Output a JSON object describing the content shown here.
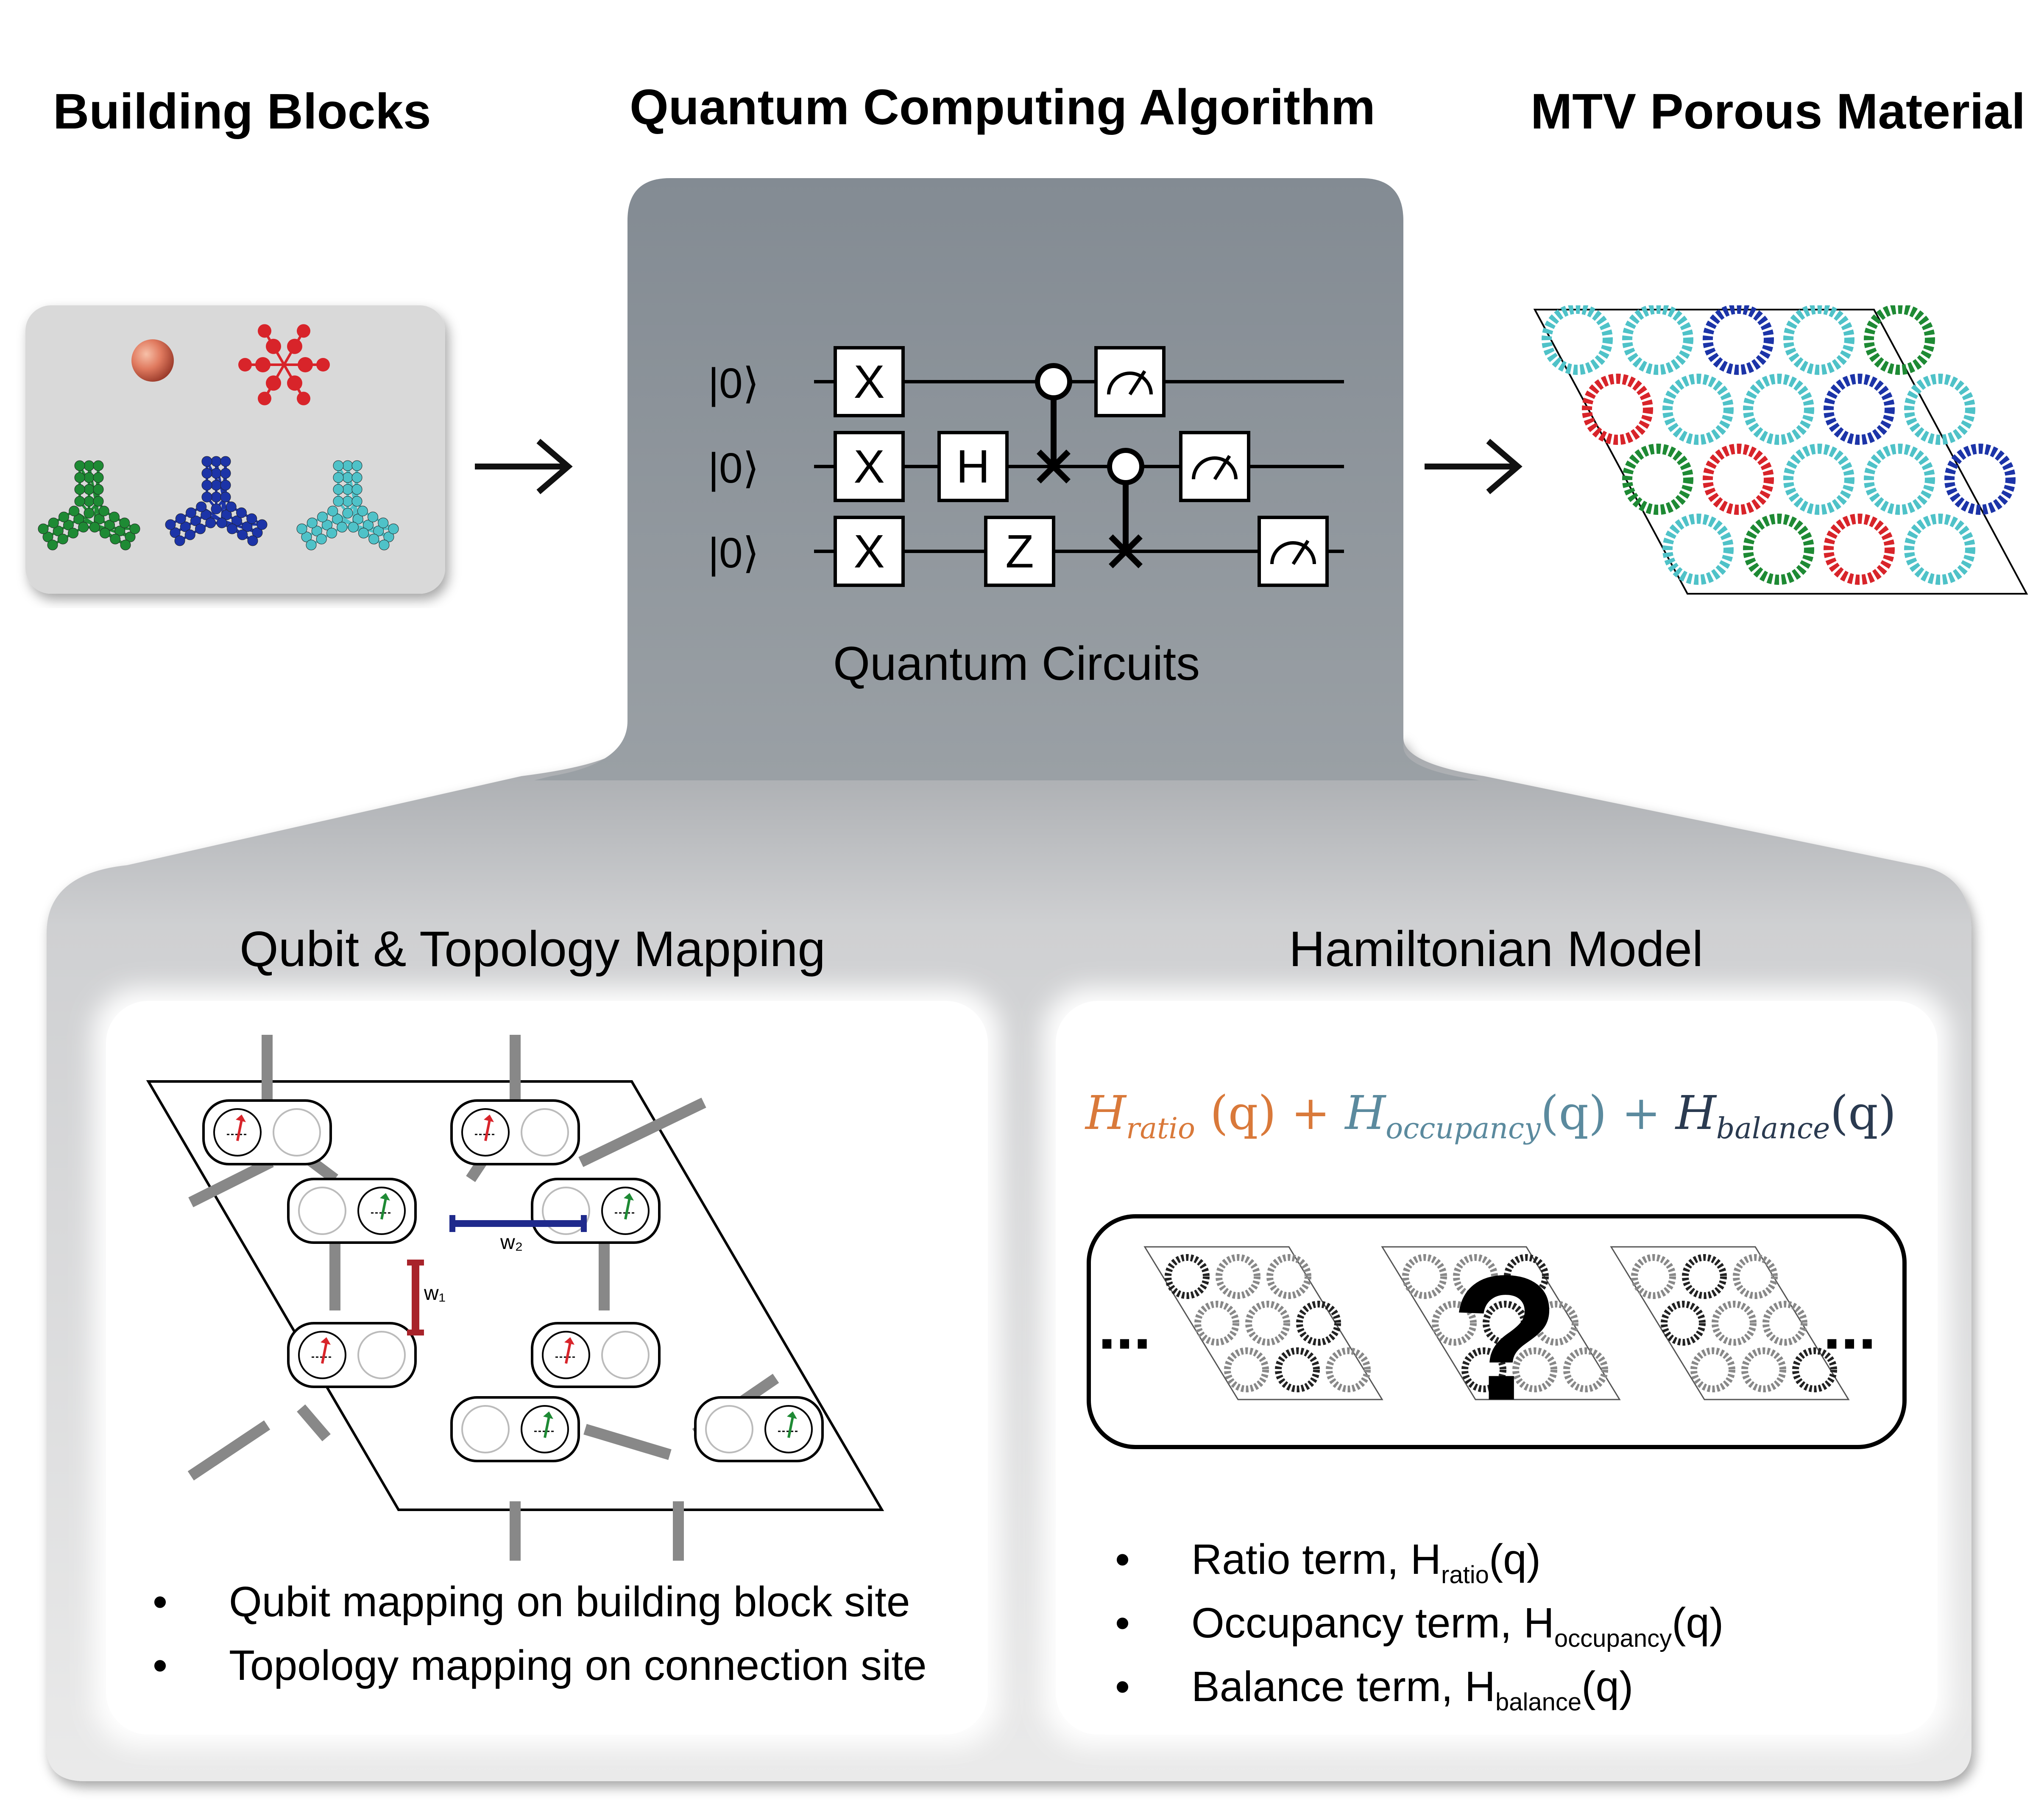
{
  "headings": {
    "building_blocks": "Building Blocks",
    "algorithm": "Quantum Computing Algorithm",
    "material": "MTV Porous Material"
  },
  "circuit": {
    "kets": [
      "|0⟩",
      "|0⟩",
      "|0⟩"
    ],
    "gates": [
      "X",
      "X",
      "X",
      "H",
      "Z"
    ],
    "label": "Quantum Circuits"
  },
  "mapping": {
    "title": "Qubit & Topology Mapping",
    "w1": "w₁",
    "w2": "w₂",
    "bullets": [
      "Qubit mapping on building block site",
      "Topology mapping on connection site"
    ]
  },
  "hamiltonian": {
    "title": "Hamiltonian Model",
    "formula": {
      "ratio": "H",
      "ratio_sub": "ratio",
      "ratio_arg": " (q)",
      "plus": " + ",
      "occ": "H",
      "occ_sub": "occupancy",
      "occ_arg": "(q)",
      "bal": "H",
      "bal_sub": "balance",
      "bal_arg": "(q)"
    },
    "dots": "...",
    "question": "?",
    "bullets": [
      {
        "text": "Ratio term, H",
        "sub": "ratio",
        "tail": "(q)"
      },
      {
        "text": "Occupancy term, H",
        "sub": "occupancy",
        "tail": "(q)"
      },
      {
        "text": "Balance term, H",
        "sub": "balance",
        "tail": "(q)"
      }
    ]
  },
  "colors": {
    "ratio": "#d9793a",
    "occupancy": "#5b8a9e",
    "balance": "#2a3a50",
    "red": "#d8242a",
    "green": "#1e8a34",
    "blue": "#1c34a8",
    "cyan": "#4fc2c8",
    "w1": "#a8232a",
    "w2": "#1f2a8c"
  },
  "icons": [
    "sphere-icon",
    "ring-molecule-icon",
    "arrow-right-icon",
    "measure-icon",
    "arrow-up-icon"
  ]
}
